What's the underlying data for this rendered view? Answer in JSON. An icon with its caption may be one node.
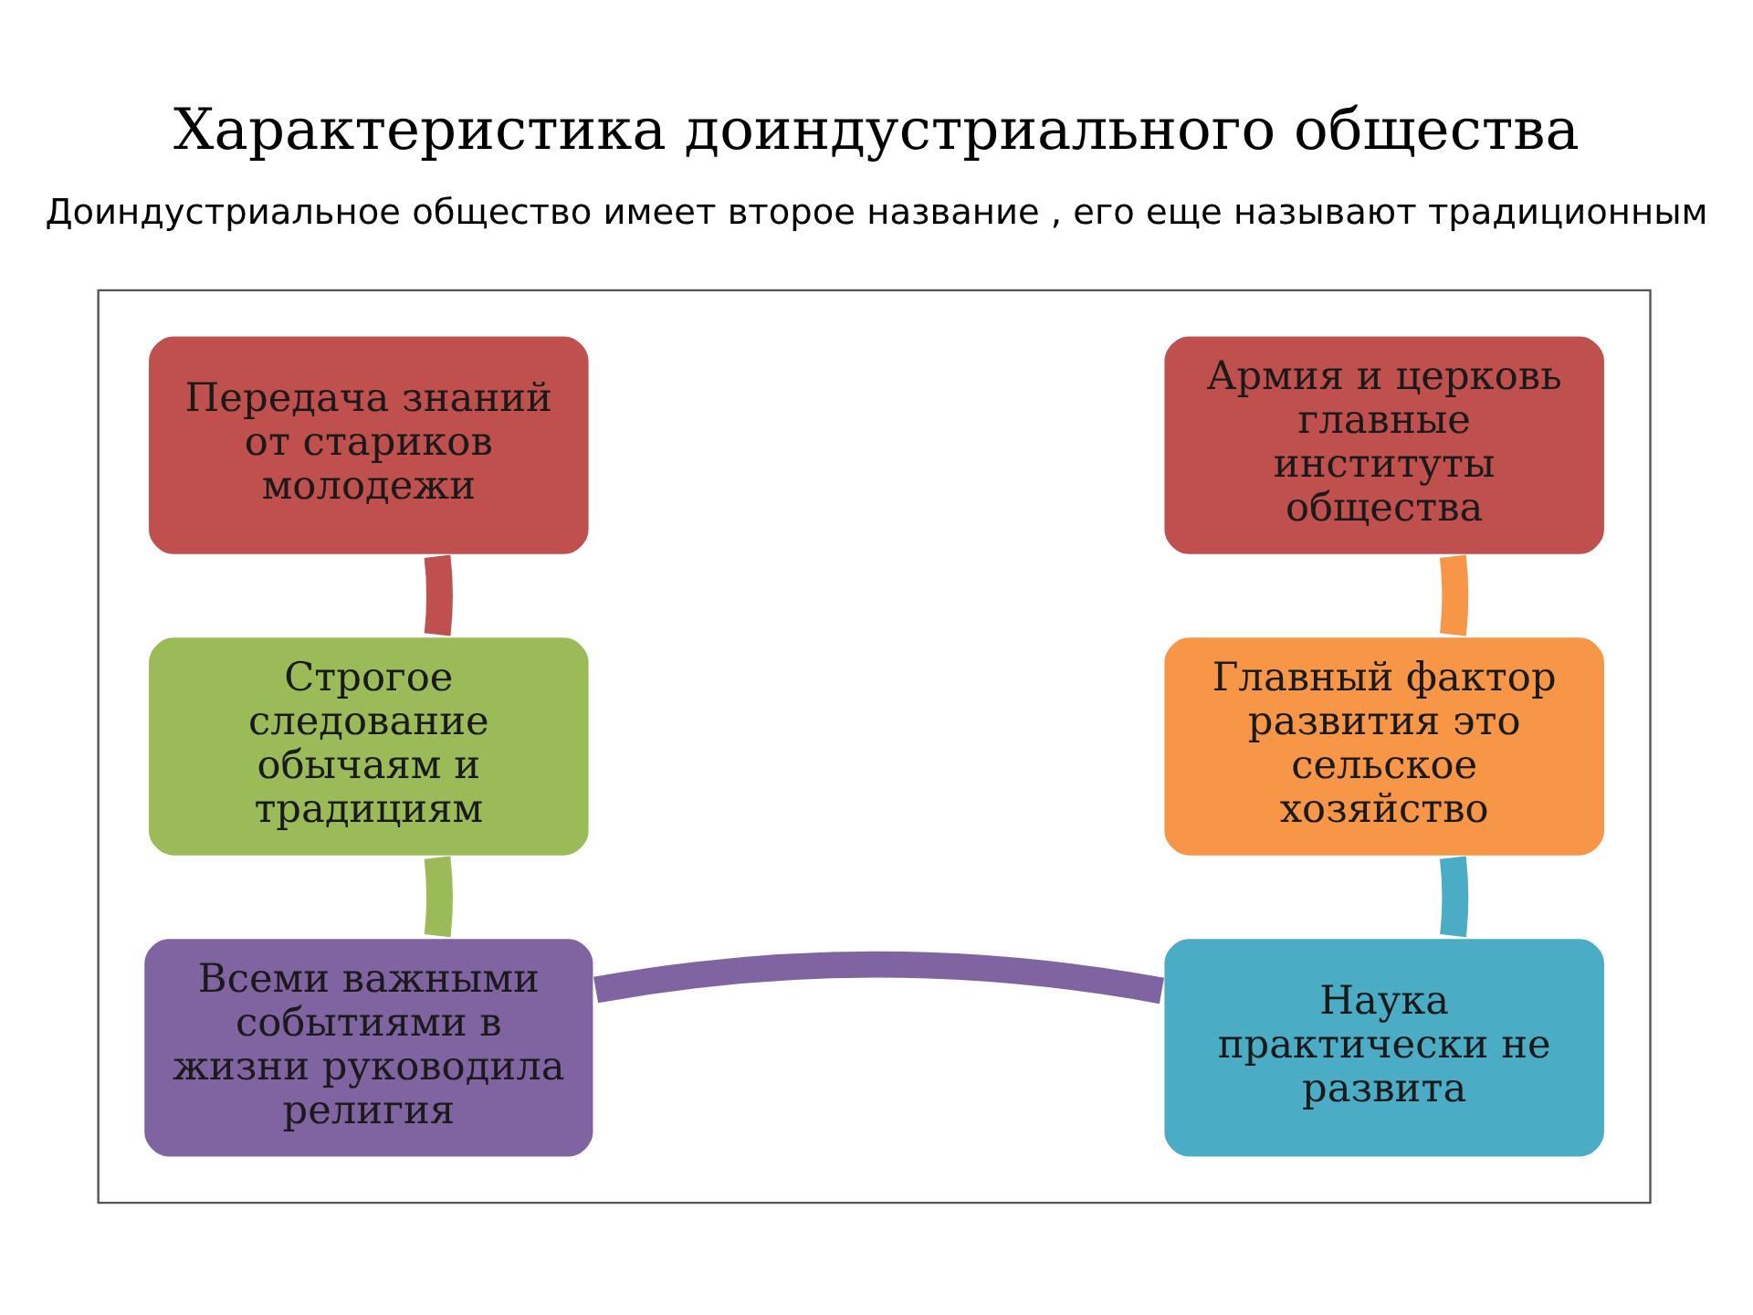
{
  "diagram": {
    "title": "Характеристика доиндустриального общества",
    "nodes": [
      {
        "text": [],
        "shape": "box"
      },
      {
        "text": [
          "Передача знаний от стариков молодежи"
        ],
        "in": 0
      },
      {
        "text": [
          "Армия и церковь главные институты общества"
        ],
        "in": 0
      },
      {
        "text": [
          "Строгое следование обычаям и традициям"
        ],
        "in": 0
      },
      {
        "text": [
          "Главный фактор развития это сельское хозяйство"
        ],
        "in": 0
      },
      {
        "text": [
          "Всеми важными событиями в жизни руководила религия"
        ],
        "in": 0
      },
      {
        "text": [
          "Наука практически не развита"
        ],
        "in": 0
      }
    ],
    "edges": [
      {
        "from": 1,
        "to": 3,
        "arrow": "none",
        "color": "#c0504d"
      },
      {
        "from": 3,
        "to": 5,
        "arrow": "none",
        "color": "#9bbb59"
      },
      {
        "from": 5,
        "to": 6,
        "arrow": "none",
        "color": "#8064a2"
      },
      {
        "from": 6,
        "to": 4,
        "arrow": "none",
        "color": "#4bacc6"
      },
      {
        "from": 4,
        "to": 2,
        "arrow": "none",
        "color": "#f79646"
      }
    ],
    "labels": [
      "Доиндустриальное общество имеет второе название , его еще называют традиционным"
    ]
  }
}
